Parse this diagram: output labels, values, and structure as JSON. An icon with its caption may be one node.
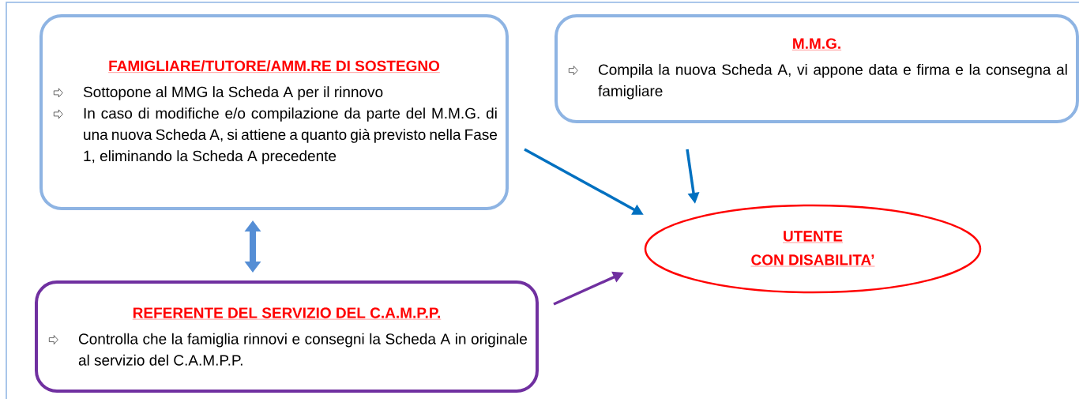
{
  "diagram": {
    "nodes": [
      {
        "text": [
          "FAMIGLIARE/TUTORE/AMM.RE DI SOSTEGNO",
          "Sottopone al MMG la Scheda A per il rinnovo",
          "In caso di modifiche e/o compilazione da parte del M.M.G. di una nuova Scheda A, si attiene a quanto già previsto nella Fase 1, eliminando la Scheda A precedente"
        ]
      },
      {
        "text": [
          "M.M.G.",
          "Compila la nuova Scheda A, vi appone data e firma e la consegna al famigliare"
        ]
      },
      {
        "text": [
          "REFERENTE DEL SERVIZIO DEL C.A.M.P.P.",
          "Controlla che la famiglia rinnovi e consegni la Scheda A in originale al servizio del C.A.M.P.P."
        ]
      },
      {
        "text": [
          "UTENTE",
          "CON DISABILITA’"
        ]
      }
    ],
    "edges": [
      {
        "from": 0,
        "to": 3,
        "arrow": "to"
      },
      {
        "from": 1,
        "to": 3,
        "arrow": "to"
      },
      {
        "from": 2,
        "to": 3,
        "arrow": "to",
        "color": "#7030a0"
      },
      {
        "from": 0,
        "to": 2,
        "arrow": "both",
        "style": "thick",
        "color": "#558ed5"
      }
    ]
  }
}
